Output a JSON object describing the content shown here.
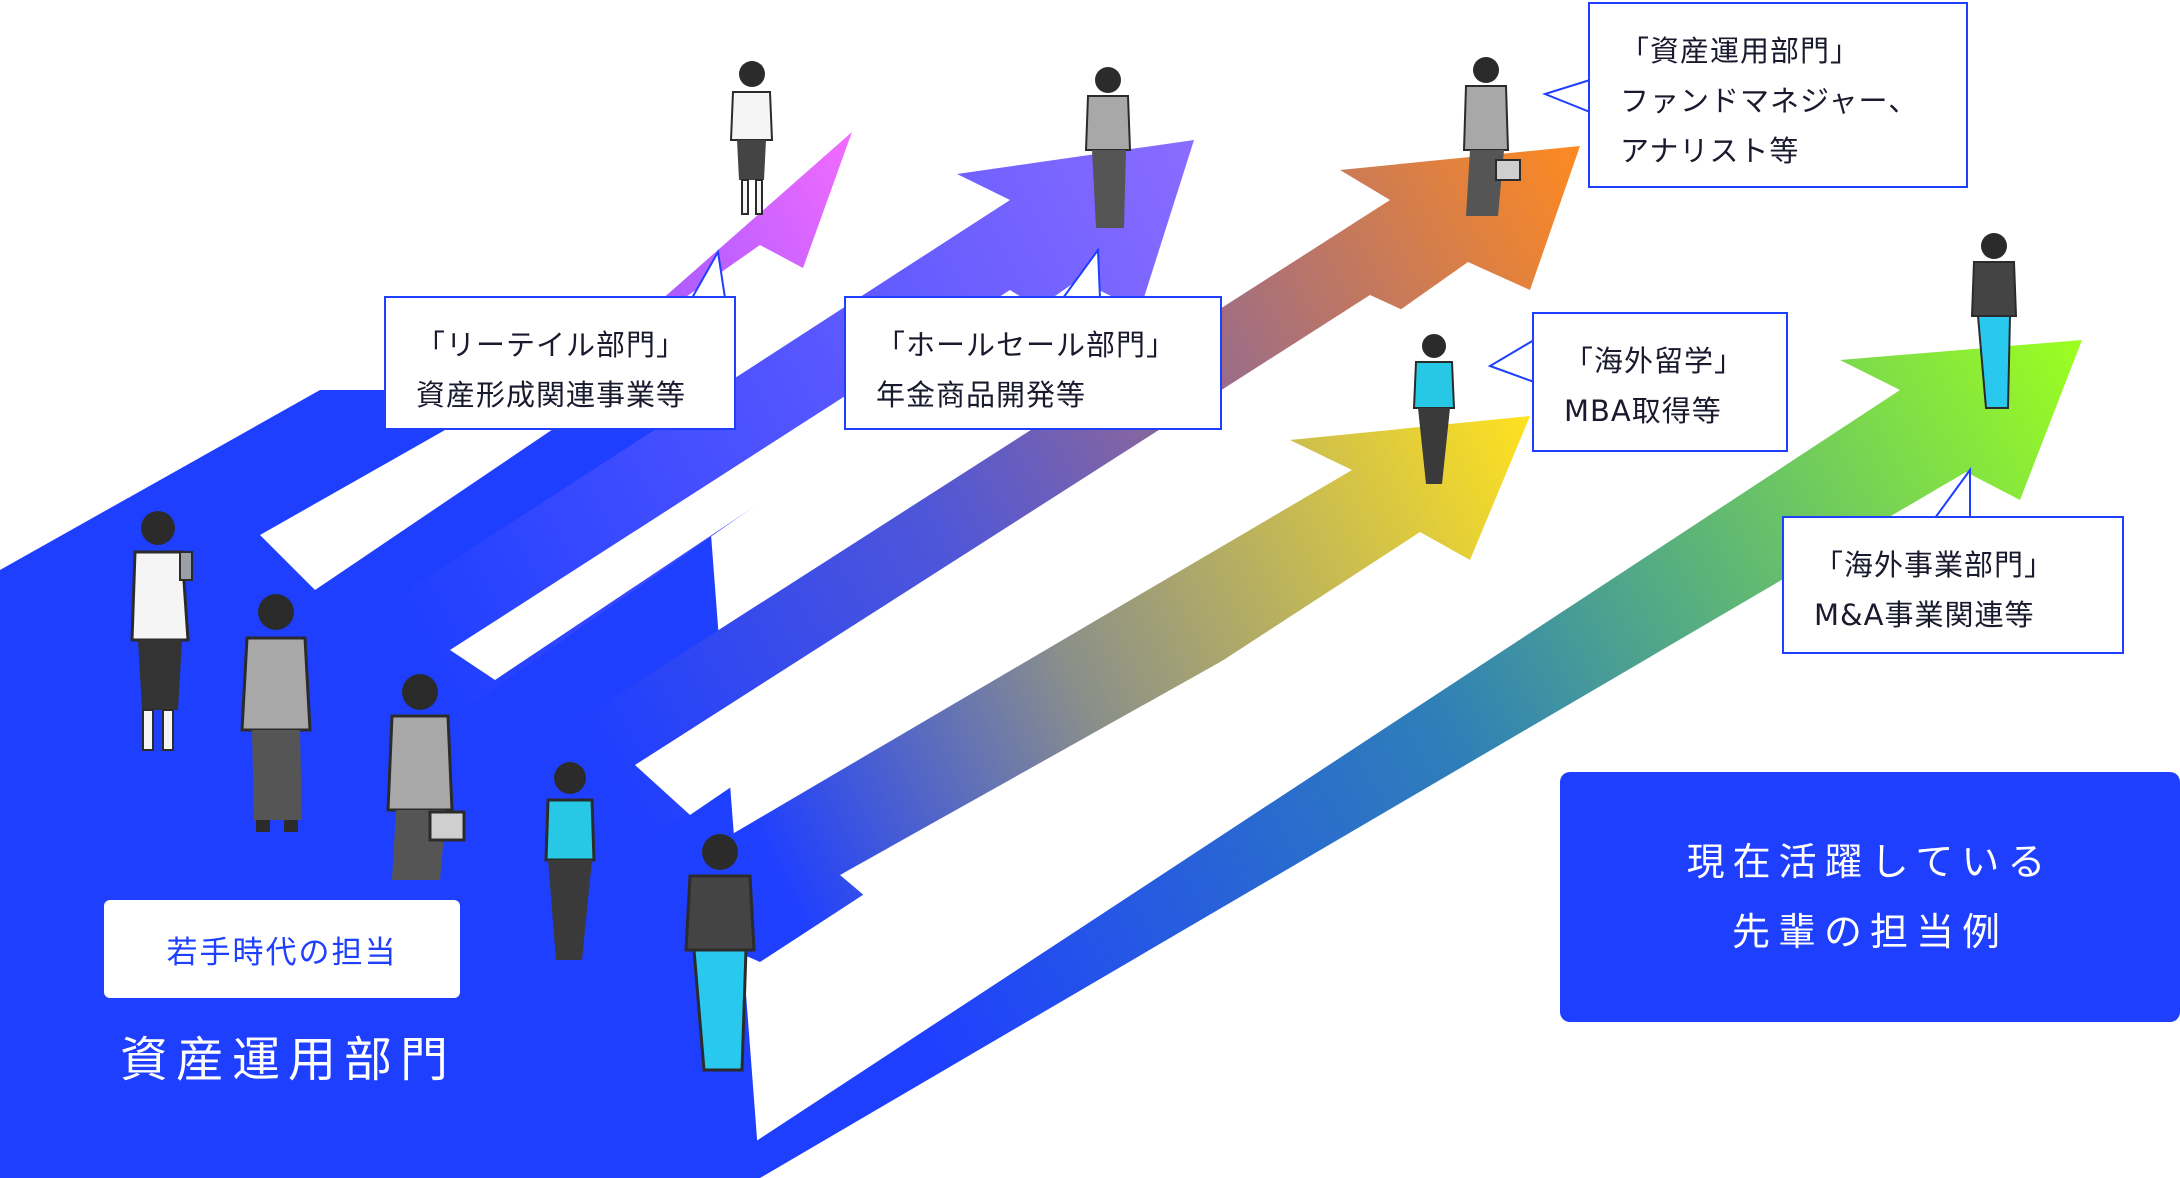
{
  "diagram": {
    "department_title": "資産運用部門",
    "youth_label": "若手時代の担当",
    "legend": {
      "line1": "現在活躍している",
      "line2": "先輩の担当例"
    },
    "colors": {
      "base_blue": "#1f3fff",
      "retail": "#f46bff",
      "wholesale": "#8a6cff",
      "asset_mgmt": "#ff8a1f",
      "overseas_study": "#ffe21f",
      "overseas_business": "#9cff1f"
    },
    "callouts": [
      {
        "id": "retail",
        "line1": "「リーテイル部門」",
        "line2": "資産形成関連事業等"
      },
      {
        "id": "wholesale",
        "line1": "「ホールセール部門」",
        "line2": "年金商品開発等"
      },
      {
        "id": "asset-mgmt",
        "line1": "「資産運用部門」",
        "line2": "ファンドマネジャー、",
        "line3": "アナリスト等"
      },
      {
        "id": "overseas-study",
        "line1": "「海外留学」",
        "line2": "MBA取得等"
      },
      {
        "id": "overseas-business",
        "line1": "「海外事業部門」",
        "line2": "M&A事業関連等"
      }
    ]
  }
}
